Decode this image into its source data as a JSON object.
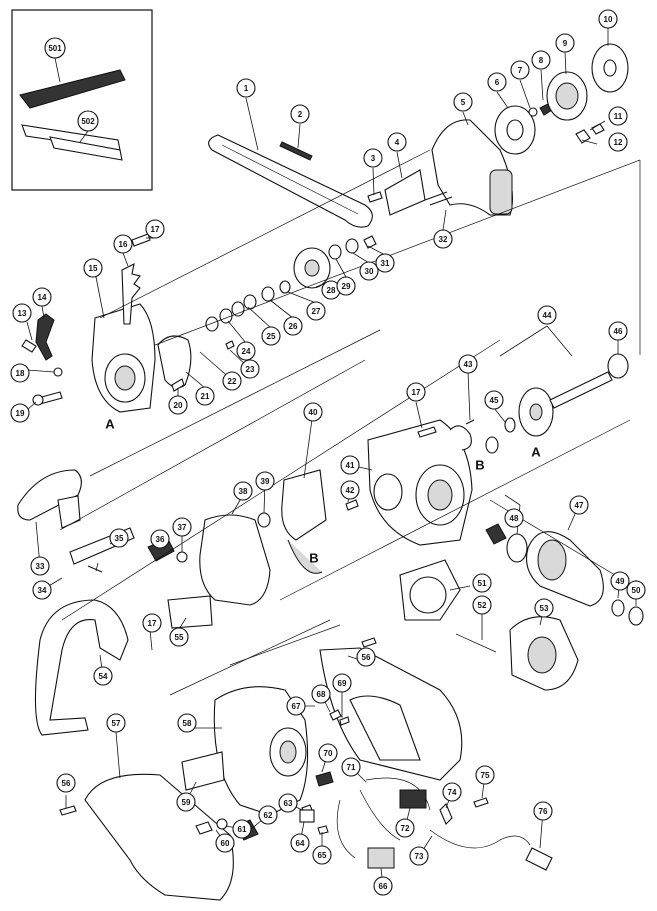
{
  "callouts": [
    {
      "id": "c501",
      "label": "501"
    },
    {
      "id": "c502",
      "label": "502"
    },
    {
      "id": "c1",
      "label": "1"
    },
    {
      "id": "c2",
      "label": "2"
    },
    {
      "id": "c3",
      "label": "3"
    },
    {
      "id": "c4",
      "label": "4"
    },
    {
      "id": "c5",
      "label": "5"
    },
    {
      "id": "c6",
      "label": "6"
    },
    {
      "id": "c7",
      "label": "7"
    },
    {
      "id": "c8",
      "label": "8"
    },
    {
      "id": "c9",
      "label": "9"
    },
    {
      "id": "c10",
      "label": "10"
    },
    {
      "id": "c11",
      "label": "11"
    },
    {
      "id": "c12",
      "label": "12"
    },
    {
      "id": "c13",
      "label": "13"
    },
    {
      "id": "c14",
      "label": "14"
    },
    {
      "id": "c15",
      "label": "15"
    },
    {
      "id": "c16",
      "label": "16"
    },
    {
      "id": "c17a",
      "label": "17"
    },
    {
      "id": "c18",
      "label": "18"
    },
    {
      "id": "c19",
      "label": "19"
    },
    {
      "id": "c20",
      "label": "20"
    },
    {
      "id": "c21",
      "label": "21"
    },
    {
      "id": "c22",
      "label": "22"
    },
    {
      "id": "c23",
      "label": "23"
    },
    {
      "id": "c24",
      "label": "24"
    },
    {
      "id": "c25",
      "label": "25"
    },
    {
      "id": "c26",
      "label": "26"
    },
    {
      "id": "c27",
      "label": "27"
    },
    {
      "id": "c28",
      "label": "28"
    },
    {
      "id": "c29",
      "label": "29"
    },
    {
      "id": "c30",
      "label": "30"
    },
    {
      "id": "c31",
      "label": "31"
    },
    {
      "id": "c32",
      "label": "32"
    },
    {
      "id": "c33",
      "label": "33"
    },
    {
      "id": "c34",
      "label": "34"
    },
    {
      "id": "c35",
      "label": "35"
    },
    {
      "id": "c36",
      "label": "36"
    },
    {
      "id": "c37",
      "label": "37"
    },
    {
      "id": "c38",
      "label": "38"
    },
    {
      "id": "c39",
      "label": "39"
    },
    {
      "id": "c40",
      "label": "40"
    },
    {
      "id": "c41",
      "label": "41"
    },
    {
      "id": "c42",
      "label": "42"
    },
    {
      "id": "c43",
      "label": "43"
    },
    {
      "id": "c44",
      "label": "44"
    },
    {
      "id": "c45",
      "label": "45"
    },
    {
      "id": "c46",
      "label": "46"
    },
    {
      "id": "c17b",
      "label": "17"
    },
    {
      "id": "c47",
      "label": "47"
    },
    {
      "id": "c48",
      "label": "48"
    },
    {
      "id": "c49",
      "label": "49"
    },
    {
      "id": "c50",
      "label": "50"
    },
    {
      "id": "c51",
      "label": "51"
    },
    {
      "id": "c52",
      "label": "52"
    },
    {
      "id": "c53",
      "label": "53"
    },
    {
      "id": "c17c",
      "label": "17"
    },
    {
      "id": "c54",
      "label": "54"
    },
    {
      "id": "c55",
      "label": "55"
    },
    {
      "id": "c56a",
      "label": "56"
    },
    {
      "id": "c57",
      "label": "57"
    },
    {
      "id": "c58",
      "label": "58"
    },
    {
      "id": "c59",
      "label": "59"
    },
    {
      "id": "c60",
      "label": "60"
    },
    {
      "id": "c61",
      "label": "61"
    },
    {
      "id": "c62",
      "label": "62"
    },
    {
      "id": "c63",
      "label": "63"
    },
    {
      "id": "c64",
      "label": "64"
    },
    {
      "id": "c65",
      "label": "65"
    },
    {
      "id": "c66",
      "label": "66"
    },
    {
      "id": "c67",
      "label": "67"
    },
    {
      "id": "c68",
      "label": "68"
    },
    {
      "id": "c69",
      "label": "69"
    },
    {
      "id": "c70",
      "label": "70"
    },
    {
      "id": "c71",
      "label": "71"
    },
    {
      "id": "c72",
      "label": "72"
    },
    {
      "id": "c73",
      "label": "73"
    },
    {
      "id": "c74",
      "label": "74"
    },
    {
      "id": "c75",
      "label": "75"
    },
    {
      "id": "c76",
      "label": "76"
    },
    {
      "id": "c56b",
      "label": "56"
    }
  ],
  "reference_letters": {
    "a_left": "A",
    "a_right": "A",
    "b_middle": "B",
    "b_right": "B"
  }
}
